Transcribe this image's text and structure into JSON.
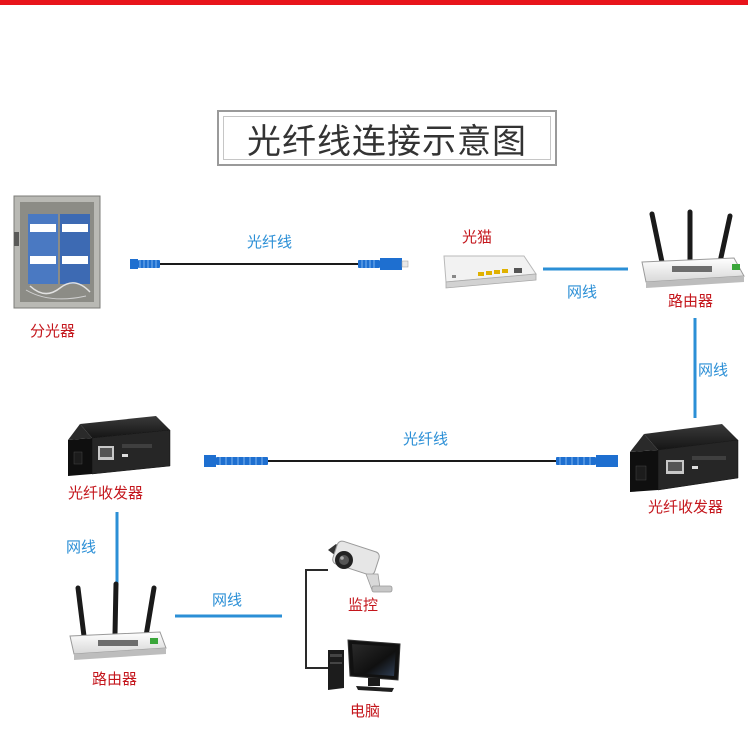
{
  "title": "光纤线连接示意图",
  "colors": {
    "accent": "#e8141b",
    "label_red": "#c4161c",
    "link_blue": "#2b8fd6",
    "fiber_connector": "#1e6fd0"
  },
  "nodes": {
    "splitter": "分光器",
    "modem": "光猫",
    "router_top": "路由器",
    "transceiver_right": "光纤收发器",
    "transceiver_left": "光纤收发器",
    "router_bottom": "路由器",
    "camera": "监控",
    "computer": "电脑"
  },
  "links": {
    "fiber_top": "光纤线",
    "cable_modem_router": "网线",
    "cable_router_vertical": "网线",
    "fiber_middle": "光纤线",
    "cable_transceiver_router": "网线",
    "cable_router_devices": "网线"
  }
}
